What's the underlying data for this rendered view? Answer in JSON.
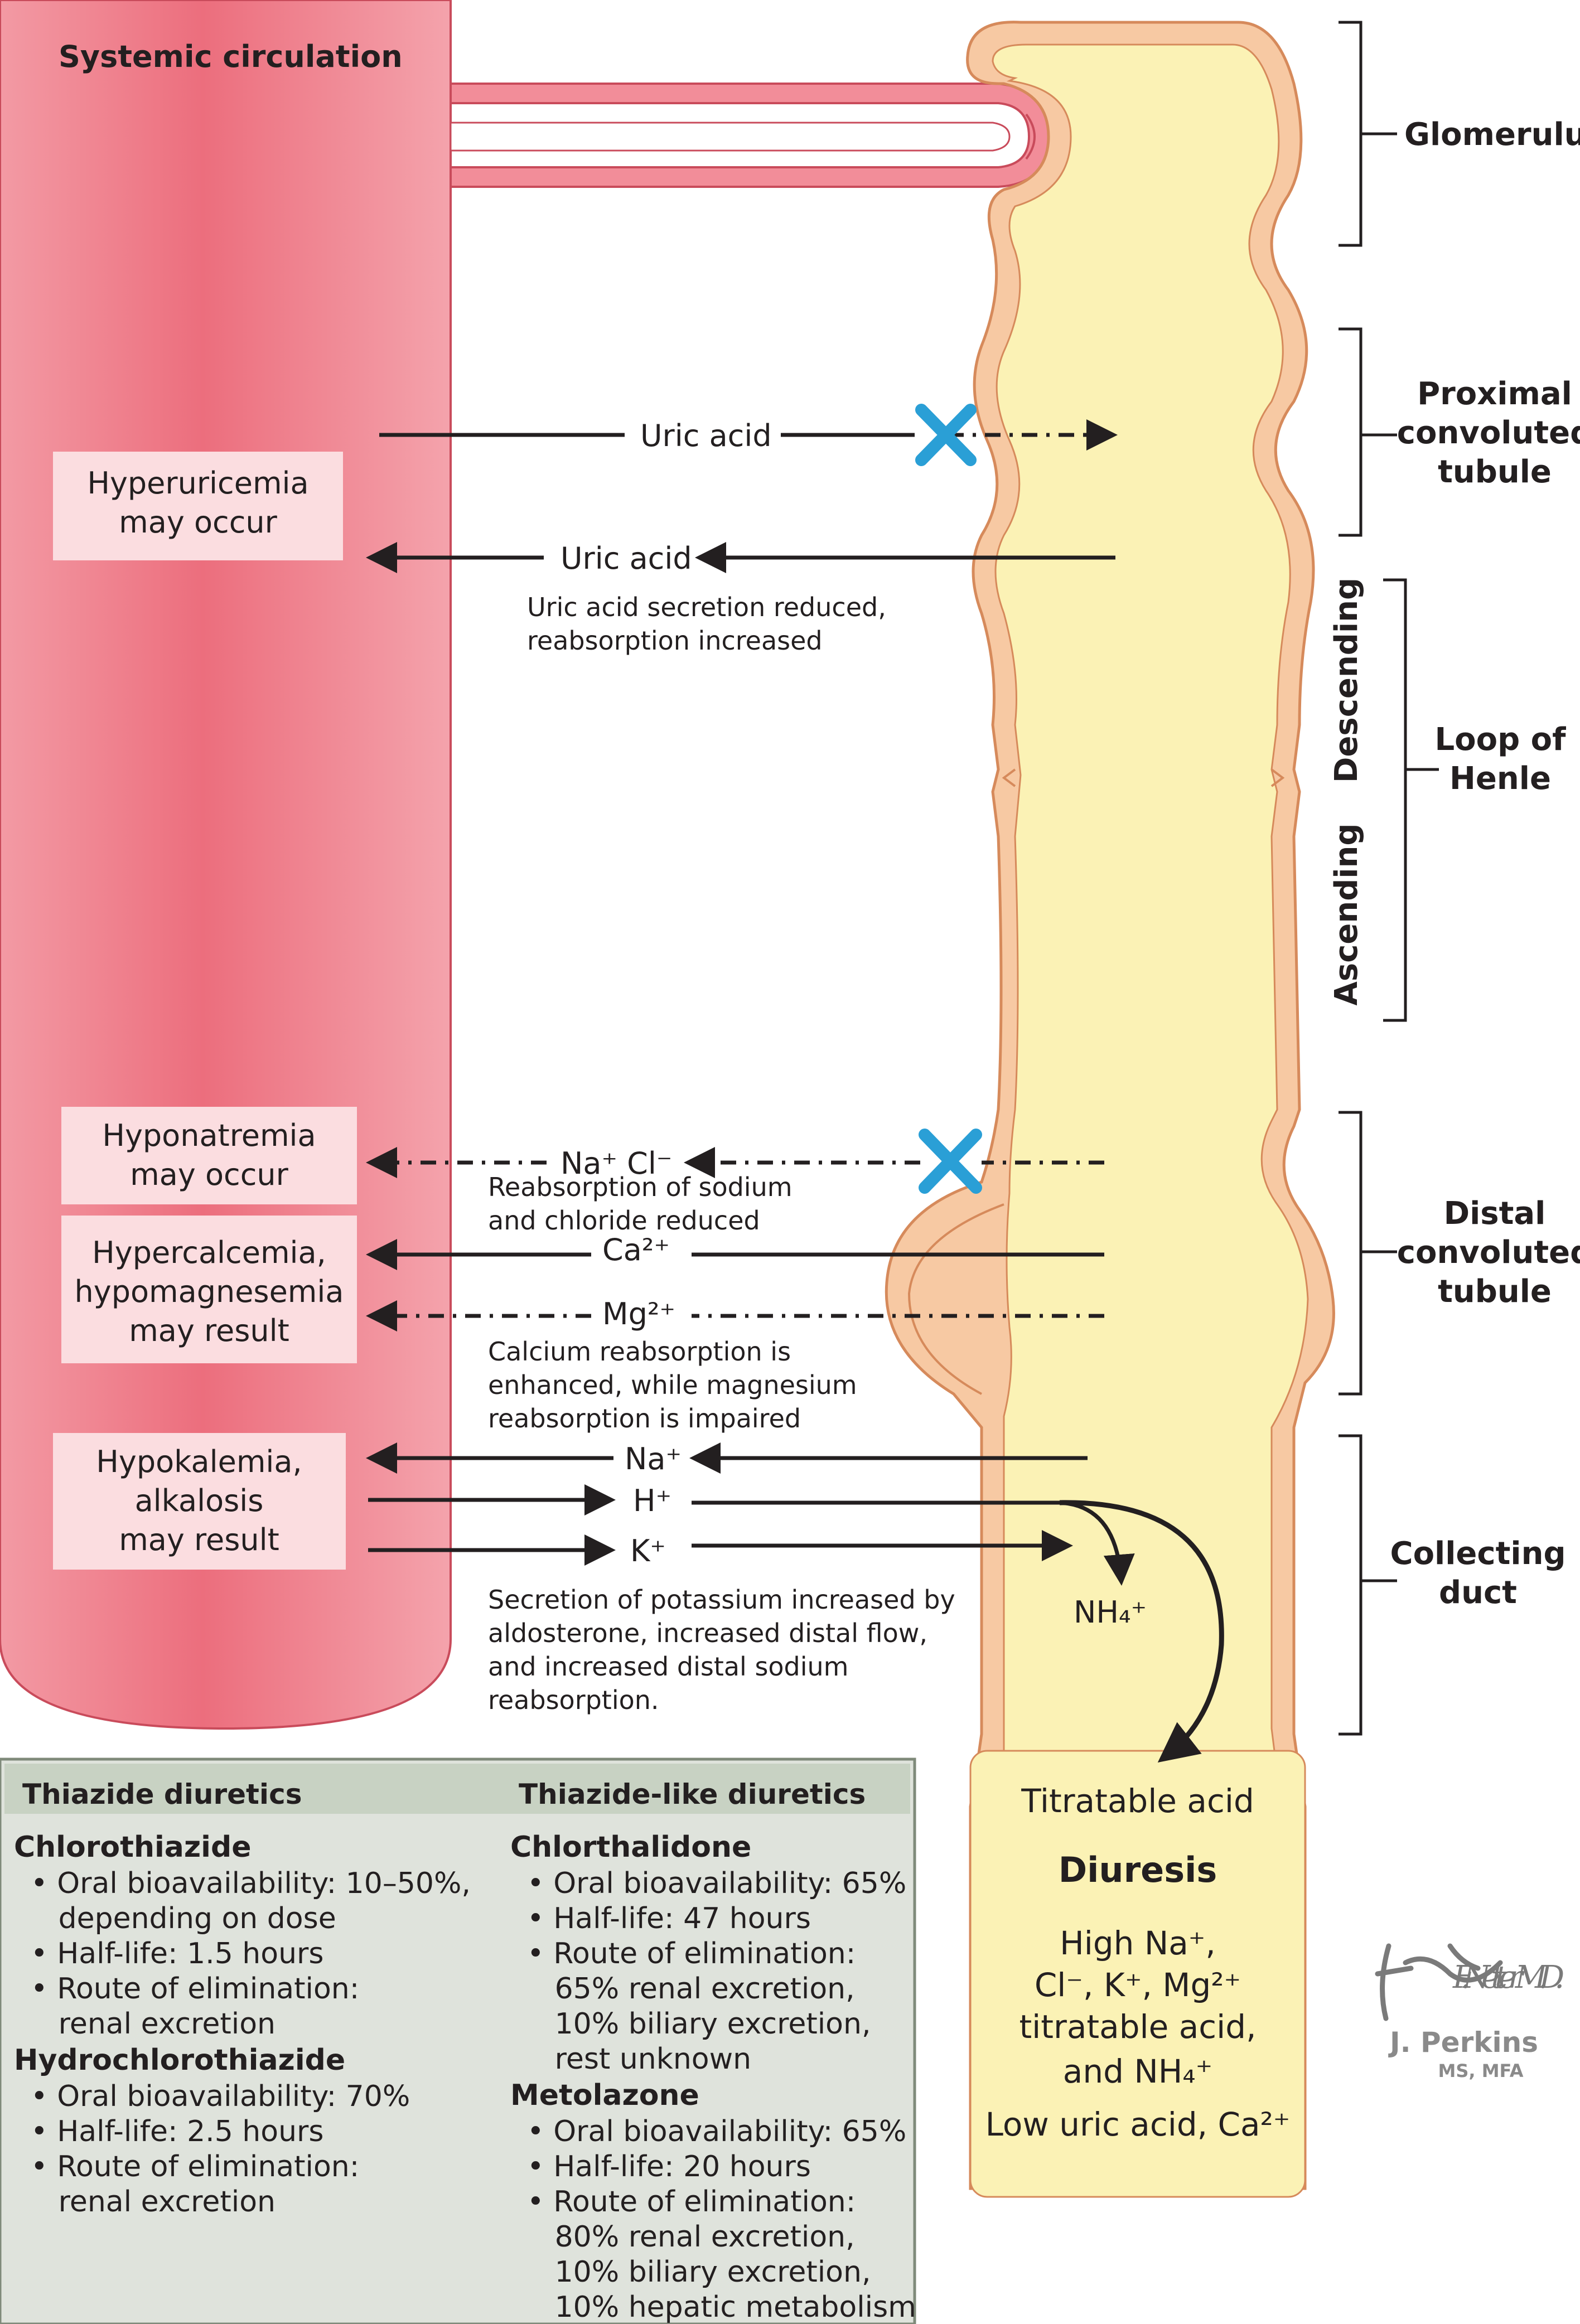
{
  "labels": {
    "systemic_circulation": "Systemic circulation",
    "uric_acid_in": "Uric acid",
    "uric_acid_out": "Uric acid",
    "uric_note_1": "Uric acid secretion reduced,",
    "uric_note_2": "reabsorption increased",
    "na_cl": "Na⁺ Cl⁻",
    "na_cl_note_1": "Reabsorption of sodium",
    "na_cl_note_2": "and chloride reduced",
    "ca": "Ca²⁺",
    "mg": "Mg²⁺",
    "ca_mg_note_1": "Calcium reabsorption is",
    "ca_mg_note_2": "enhanced, while magnesium",
    "ca_mg_note_3": "reabsorption is impaired",
    "na": "Na⁺",
    "h": "H⁺",
    "k": "K⁺",
    "nh4": "NH₄⁺",
    "k_note_1": "Secretion of potassium increased by",
    "k_note_2": "aldosterone, increased distal flow,",
    "k_note_3": "and increased distal sodium",
    "k_note_4": "reabsorption."
  },
  "effect_boxes": {
    "hyperuricemia": [
      "Hyperuricemia",
      "may occur"
    ],
    "hyponatremia": [
      "Hyponatremia",
      "may occur"
    ],
    "hypercalcemia": [
      "Hypercalcemia,",
      "hypomagnesemia",
      "may result"
    ],
    "hypokalemia": [
      "Hypokalemia,",
      "alkalosis",
      "may result"
    ]
  },
  "segments": {
    "glomerulus": [
      "Glomerulus"
    ],
    "proximal": [
      "Proximal",
      "convoluted",
      "tubule"
    ],
    "descending": "Descending",
    "ascending": "Ascending",
    "loop": [
      "Loop of",
      "Henle"
    ],
    "distal": [
      "Distal",
      "convoluted",
      "tubule"
    ],
    "collecting": [
      "Collecting",
      "duct"
    ]
  },
  "result": {
    "titratable_acid": "Titratable acid",
    "diuresis": "Diuresis",
    "lines": [
      "High Na⁺,",
      "Cl⁻, K⁺, Mg²⁺",
      "titratable acid,",
      "and NH₄⁺",
      "Low uric acid, Ca²⁺"
    ]
  },
  "drug_table": {
    "thiazide_header": "Thiazide diuretics",
    "thiazide_like_header": "Thiazide-like diuretics",
    "left": [
      {
        "name": "Chlorothiazide",
        "items": [
          "• Oral bioavailability: 10–50%,",
          "   depending on dose",
          "• Half-life: 1.5 hours",
          "• Route of elimination:",
          "   renal excretion"
        ]
      },
      {
        "name": "Hydrochlorothiazide",
        "items": [
          "• Oral bioavailability: 70%",
          "• Half-life: 2.5 hours",
          "• Route of elimination:",
          "   renal excretion"
        ]
      }
    ],
    "right": [
      {
        "name": "Chlorthalidone",
        "items": [
          "• Oral bioavailability: 65%",
          "• Half-life: 47 hours",
          "• Route of elimination:",
          "   65% renal excretion,",
          "   10% biliary excretion,",
          "   rest unknown"
        ]
      },
      {
        "name": "Metolazone",
        "items": [
          "• Oral bioavailability: 65%",
          "• Half-life: 20 hours",
          "• Route of elimination:",
          "   80% renal excretion,",
          "   10% biliary excretion,",
          "   10% hepatic metabolism"
        ]
      }
    ]
  },
  "signature": {
    "artist": "J. Perkins",
    "degree": "MS, MFA",
    "logo_text": "F. Netter M.D."
  },
  "colors": {
    "vessel": "#ef7d8a",
    "vessel_light": "#f6a9b1",
    "tubule_wall": "#f7c9a3",
    "tubule_lumen": "#fbf2b5",
    "effect_box": "#fbdde0",
    "table_bg": "#dfe3dc",
    "table_header": "#c8d2c3",
    "block_x": "#2a9fd6"
  }
}
